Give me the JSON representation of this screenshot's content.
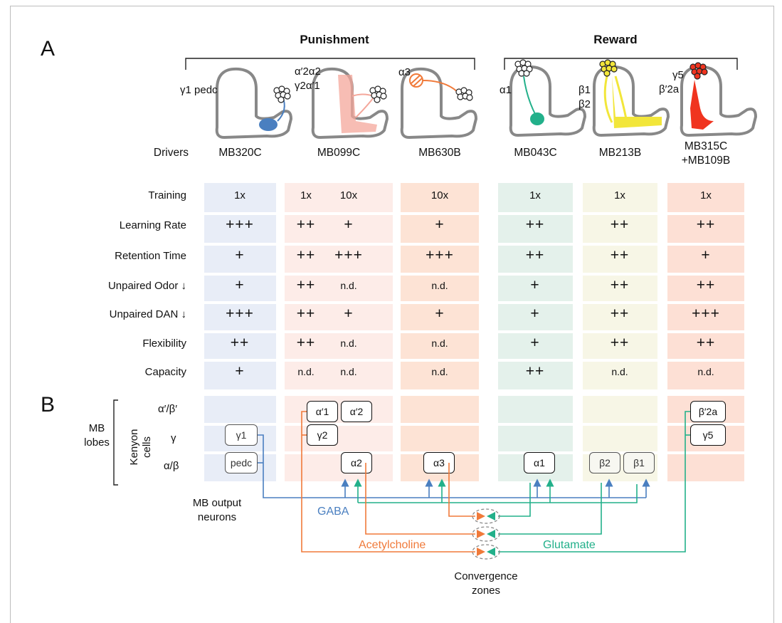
{
  "panels": {
    "a": "A",
    "b": "B"
  },
  "groups": {
    "punishment": "Punishment",
    "reward": "Reward"
  },
  "brain_labels": {
    "gamma1_pedc": "γ1 pedc",
    "a2a2_line1": "α′2α2",
    "a2a2_line2": "γ2α′1",
    "a3": "α3",
    "a1": "α1",
    "b1": "β1",
    "b2": "β2",
    "g5": "γ5",
    "bp2a": "β′2a"
  },
  "drivers_label": "Drivers",
  "drivers": [
    "MB320C",
    "MB099C",
    "MB630B",
    "MB043C",
    "MB213B",
    "MB315C",
    "+MB109B"
  ],
  "rows": [
    {
      "label": "Training",
      "values": [
        "1x",
        "1x",
        "10x",
        "10x",
        "1x",
        "1x",
        "1x"
      ]
    },
    {
      "label": "Learning Rate",
      "values": [
        "+++",
        "++",
        "+",
        "+",
        "++",
        "++",
        "++"
      ]
    },
    {
      "label": "Retention Time",
      "values": [
        "+",
        "++",
        "+++",
        "+++",
        "++",
        "++",
        "+"
      ]
    },
    {
      "label": "Unpaired Odor ↓",
      "values": [
        "+",
        "++",
        "n.d.",
        "n.d.",
        "+",
        "++",
        "++"
      ]
    },
    {
      "label": "Unpaired DAN ↓",
      "values": [
        "+++",
        "++",
        "+",
        "+",
        "+",
        "++",
        "+++"
      ]
    },
    {
      "label": "Flexibility",
      "values": [
        "++",
        "++",
        "n.d.",
        "n.d.",
        "+",
        "++",
        "++"
      ]
    },
    {
      "label": "Capacity",
      "values": [
        "+",
        "n.d.",
        "n.d.",
        "n.d.",
        "++",
        "n.d.",
        "n.d."
      ]
    }
  ],
  "panel_b": {
    "mb_lobes_line1": "MB",
    "mb_lobes_line2": "lobes",
    "kenyon_line1": "Kenyon",
    "kenyon_line2": "cells",
    "lobe_rows": [
      "α′/β′",
      "γ",
      "α/β"
    ],
    "compartments": {
      "g1": "γ1",
      "pedc": "pedc",
      "ap1": "α′1",
      "ap2": "α′2",
      "g2": "γ2",
      "a2": "α2",
      "a3": "α3",
      "a1": "α1",
      "b2": "β2",
      "b1": "β1",
      "bp2a": "β′2a",
      "g5": "γ5"
    },
    "output_line1": "MB output",
    "output_line2": "neurons",
    "gaba": "GABA",
    "acetylcholine": "Acetylcholine",
    "glutamate": "Glutamate",
    "convergence_line1": "Convergence",
    "convergence_line2": "zones"
  },
  "colors": {
    "blue": "#4a7fc0",
    "orange": "#f07a3a",
    "green": "#22b08a",
    "bg_blue": "#e8edf7",
    "bg_pink": "#fdece8",
    "bg_orange": "#fde3d5",
    "bg_green": "#e4f1eb",
    "bg_yellow": "#f7f6e6",
    "bg_red": "#fde0d5"
  }
}
